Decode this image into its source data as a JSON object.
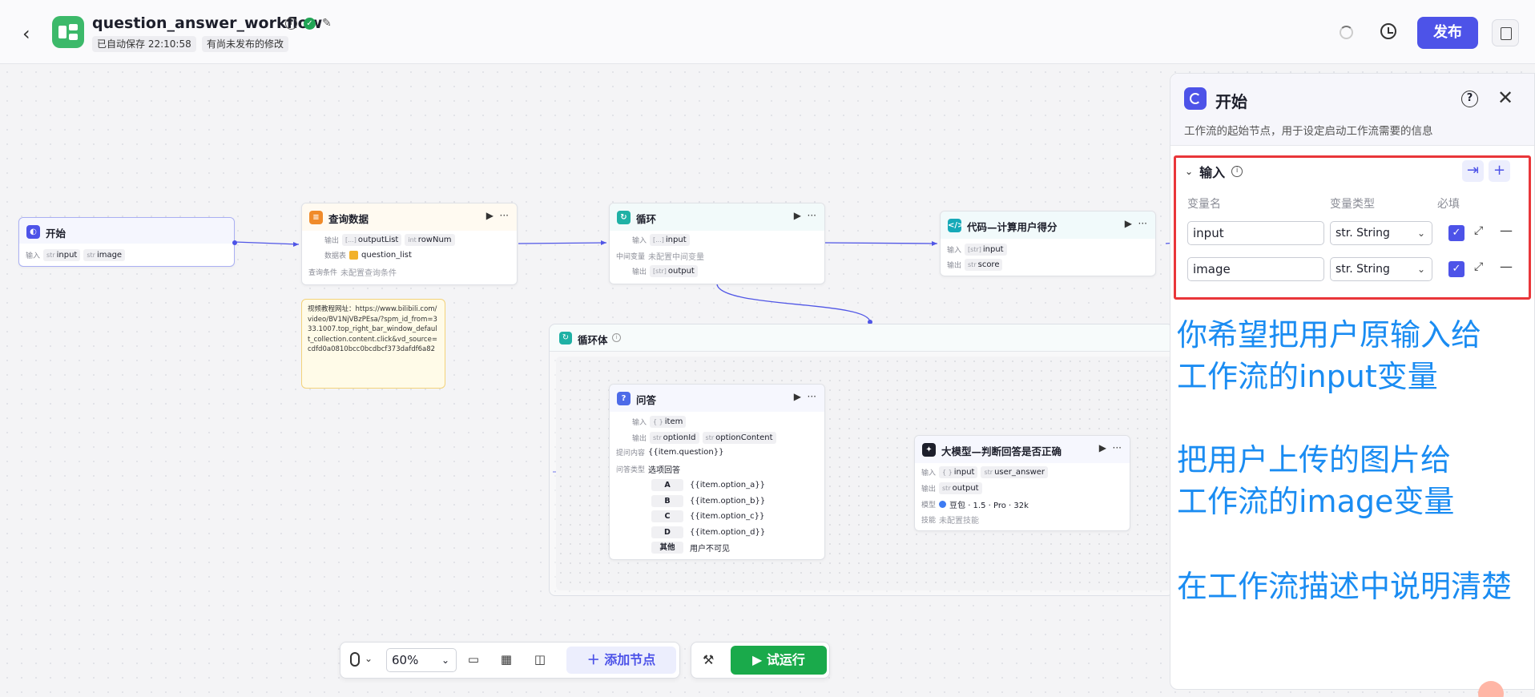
{
  "header": {
    "title": "question_answer_workflow",
    "autosave": "已自动保存 22:10:58",
    "unpublished": "有尚未发布的修改",
    "publish_label": "发布"
  },
  "nodes": {
    "start": {
      "title": "开始",
      "input_label": "输入",
      "vars": [
        {
          "type": "str",
          "name": "input"
        },
        {
          "type": "str",
          "name": "image"
        }
      ]
    },
    "query": {
      "title": "查询数据",
      "output_label": "输出",
      "outputs": [
        {
          "type": "[...]",
          "name": "outputList"
        },
        {
          "type": "int",
          "name": "rowNum"
        }
      ],
      "table_label": "数据表",
      "table": "question_list",
      "cond_label": "查询条件",
      "cond_value": "未配置查询条件"
    },
    "loop": {
      "title": "循环",
      "input_label": "输入",
      "input_tag": {
        "type": "[...]",
        "name": "input"
      },
      "mid_label": "中间变量",
      "mid_value": "未配置中间变量",
      "output_label": "输出",
      "output_tag": {
        "type": "[str]",
        "name": "output"
      }
    },
    "code": {
      "title": "代码—计算用户得分",
      "input_label": "输入",
      "input_tag": {
        "type": "[str]",
        "name": "input"
      },
      "output_label": "输出",
      "output_tag": {
        "type": "str",
        "name": "score"
      }
    },
    "loopbody": {
      "title": "循环体"
    },
    "qa": {
      "title": "问答",
      "input_label": "输入",
      "input_tag": {
        "type": "{ }",
        "name": "item"
      },
      "output_label": "输出",
      "outputs": [
        {
          "type": "str",
          "name": "optionId"
        },
        {
          "type": "str",
          "name": "optionContent"
        }
      ],
      "question_label": "提问内容",
      "question_value": "{{item.question}}",
      "answer_type_label": "问答类型",
      "answer_type_value": "选项回答",
      "options": [
        {
          "key": "A",
          "value": "{{item.option_a}}"
        },
        {
          "key": "B",
          "value": "{{item.option_b}}"
        },
        {
          "key": "C",
          "value": "{{item.option_c}}"
        },
        {
          "key": "D",
          "value": "{{item.option_d}}"
        },
        {
          "key": "其他",
          "value": "用户不可见"
        }
      ]
    },
    "llm": {
      "title": "大模型—判断回答是否正确",
      "input_label": "输入",
      "inputs": [
        {
          "type": "{ }",
          "name": "input"
        },
        {
          "type": "str",
          "name": "user_answer"
        }
      ],
      "output_label": "输出",
      "output_tag": {
        "type": "str",
        "name": "output"
      },
      "model_label": "模型",
      "model_value": "豆包 · 1.5 · Pro · 32k",
      "skill_label": "技能",
      "skill_value": "未配置技能"
    }
  },
  "note": {
    "text": "视频教程网址：https://www.bilibili.com/video/BV1NjVBzPEsa/?spm_id_from=333.1007.top_right_bar_window_default_collection.content.click&vd_source=cdfd0a0810bcc0bcdbcf373dafdf6a82"
  },
  "panel": {
    "title": "开始",
    "desc": "工作流的起始节点，用于设定启动工作流需要的信息",
    "section_title": "输入",
    "col_name": "变量名",
    "col_type": "变量类型",
    "col_required": "必填",
    "rows": [
      {
        "name": "input",
        "type": "str. String"
      },
      {
        "name": "image",
        "type": "str. String"
      }
    ]
  },
  "annotations": {
    "line1": "你希望把用户原输入给",
    "line2": "工作流的input变量",
    "line3": "把用户上传的图片给",
    "line4": "工作流的image变量",
    "line5": "在工作流描述中说明清楚"
  },
  "toolbar": {
    "zoom": "60%",
    "add_node": "添加节点",
    "run": "试运行"
  },
  "colors": {
    "accent": "#4d53e8",
    "run_green": "#1aaa4b",
    "highlight_red": "#e9363a",
    "annotation_blue": "#1a8cf2"
  }
}
